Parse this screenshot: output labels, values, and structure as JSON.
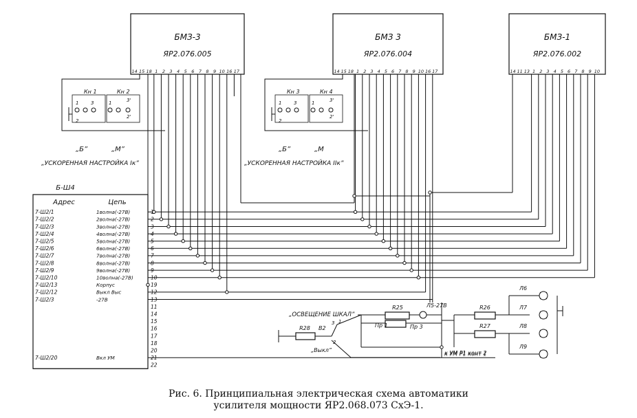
{
  "blocks": [
    {
      "name": "БМЗ-3",
      "code": "ЯР2.076.005",
      "pins": [
        "14",
        "15",
        "18",
        "1",
        "2",
        "3",
        "4",
        "5",
        "6",
        "7",
        "8",
        "9",
        "10",
        "16",
        "17"
      ]
    },
    {
      "name": "БМЗ 3",
      "code": "ЯР2.076.004",
      "pins": [
        "14",
        "15",
        "18",
        "1",
        "2",
        "3",
        "4",
        "5",
        "6",
        "7",
        "8",
        "9",
        "10",
        "16",
        "17"
      ]
    },
    {
      "name": "БМЗ-1",
      "code": "ЯР2.076.002",
      "pins": [
        "14",
        "11",
        "13",
        "1",
        "2",
        "3",
        "4",
        "5",
        "6",
        "7",
        "8",
        "9",
        "10"
      ]
    }
  ],
  "switch_groups": [
    {
      "k1": "Кн 1",
      "k2": "Кн 2",
      "b": "„Б”",
      "m": "„М”",
      "label": "„УСКОРЕННАЯ НАСТРОЙКА Iк”"
    },
    {
      "k1": "Кн 3",
      "k2": "Кн 4",
      "b": "„Б”",
      "m": "„М",
      "label": "„УСКОРЕННАЯ НАСТРОЙКА IIк”"
    }
  ],
  "contact_numbers": {
    "one": "1",
    "two": "2",
    "three": "3",
    "twoprime": "2'",
    "threeprime": "3'"
  },
  "connector": {
    "title": "Б-Ш4",
    "col_address": "Адрес",
    "col_circuit": "Цепь",
    "rows": [
      {
        "addr": "7-Ш2/1",
        "circ": "1волна(-27В)",
        "pin": "1"
      },
      {
        "addr": "7-Ш2/2",
        "circ": "2волна(-27В)",
        "pin": "2"
      },
      {
        "addr": "7-Ш2/3",
        "circ": "3волна(-27В)",
        "pin": "3"
      },
      {
        "addr": "7-Ш2/4",
        "circ": "4волна(-27В)",
        "pin": "4"
      },
      {
        "addr": "7-Ш2/5",
        "circ": "5волна(-27В)",
        "pin": "5"
      },
      {
        "addr": "7-Ш2/6",
        "circ": "6волна(-27В)",
        "pin": "6"
      },
      {
        "addr": "7-Ш2/7",
        "circ": "7волна(-27В)",
        "pin": "7"
      },
      {
        "addr": "7-Ш2/8",
        "circ": "8волна(-27В)",
        "pin": "8"
      },
      {
        "addr": "7-Ш2/9",
        "circ": "9волна(-27В)",
        "pin": "9"
      },
      {
        "addr": "7-Ш2/10",
        "circ": "10волна(-27В)",
        "pin": "10"
      },
      {
        "addr": "7-Ш2/13",
        "circ": "Корпус",
        "pin": "19"
      },
      {
        "addr": "7-Ш2/12",
        "circ": "Выкл Выс",
        "pin": "12"
      },
      {
        "addr": "7-Ш2/3",
        "circ": "-27В",
        "pin": "13"
      },
      {
        "addr": "",
        "circ": "",
        "pin": "11"
      },
      {
        "addr": "",
        "circ": "",
        "pin": "14"
      },
      {
        "addr": "",
        "circ": "",
        "pin": "15"
      },
      {
        "addr": "",
        "circ": "",
        "pin": "16"
      },
      {
        "addr": "",
        "circ": "",
        "pin": "17"
      },
      {
        "addr": "",
        "circ": "",
        "pin": "18"
      },
      {
        "addr": "",
        "circ": "",
        "pin": "20"
      },
      {
        "addr": "7-Ш2/20",
        "circ": "Вкл УМ",
        "pin": "21"
      },
      {
        "addr": "",
        "circ": "",
        "pin": "22"
      }
    ]
  },
  "lighting": {
    "label": "„ОСВЕЩЕНИЕ ШКАЛ”",
    "r25": "R25",
    "l5": "Л5-27В",
    "r26": "R26",
    "r27": "R27",
    "pr1": "Пр 1",
    "pr3": "Пр 3",
    "r28": "R28",
    "b2": "В2",
    "off": "„Выкл”",
    "sw_1": "1",
    "sw_2": "2",
    "sw_3": "3",
    "lamps": [
      "Л6",
      "Л7",
      "Л8",
      "Л9"
    ],
    "um1": "к УМ Р1 конт 2",
    "um2": "к УМ Р1 конт 1"
  },
  "caption": {
    "line1": "Рис. 6. Принципиальная электрическая схема автоматики",
    "line2": "усилителя мощности ЯР2.068.073 СхЭ-1."
  }
}
